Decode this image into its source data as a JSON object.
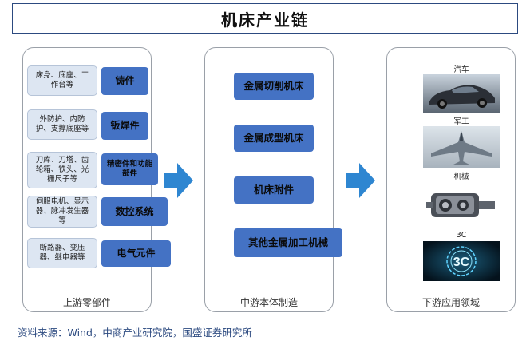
{
  "title": "机床产业链",
  "upstream": {
    "label": "上游零部件",
    "rows": [
      {
        "desc": "床身、底座、工作台等",
        "category": "铸件"
      },
      {
        "desc": "外防护、内防护、支撑底座等",
        "category": "钣焊件"
      },
      {
        "desc": "刀库、刀塔、齿轮箱、铁头、光栅尺子等",
        "category": "精密件和功能部件"
      },
      {
        "desc": "伺服电机、显示器、脉冲发生器等",
        "category": "数控系统"
      },
      {
        "desc": "断路器、变压器、继电器等",
        "category": "电气元件"
      }
    ]
  },
  "midstream": {
    "label": "中游本体制造",
    "items": [
      "金属切削机床",
      "金属成型机床",
      "机床附件",
      "其他金属加工机械"
    ]
  },
  "downstream": {
    "label": "下游应用领域",
    "items": [
      "汽车",
      "军工",
      "机械",
      "3C"
    ]
  },
  "source": "资料来源：Wind，中商产业研究院，国盛证券研究所",
  "colors": {
    "accent": "#4472c4",
    "arrow": "#2e86d1",
    "desc_fill": "#dde6f2",
    "border": "#2c4a80"
  },
  "icons": [
    "right-arrow-icon",
    "car-image",
    "fighter-jet-image",
    "gearbox-image",
    "3c-logo-image"
  ]
}
